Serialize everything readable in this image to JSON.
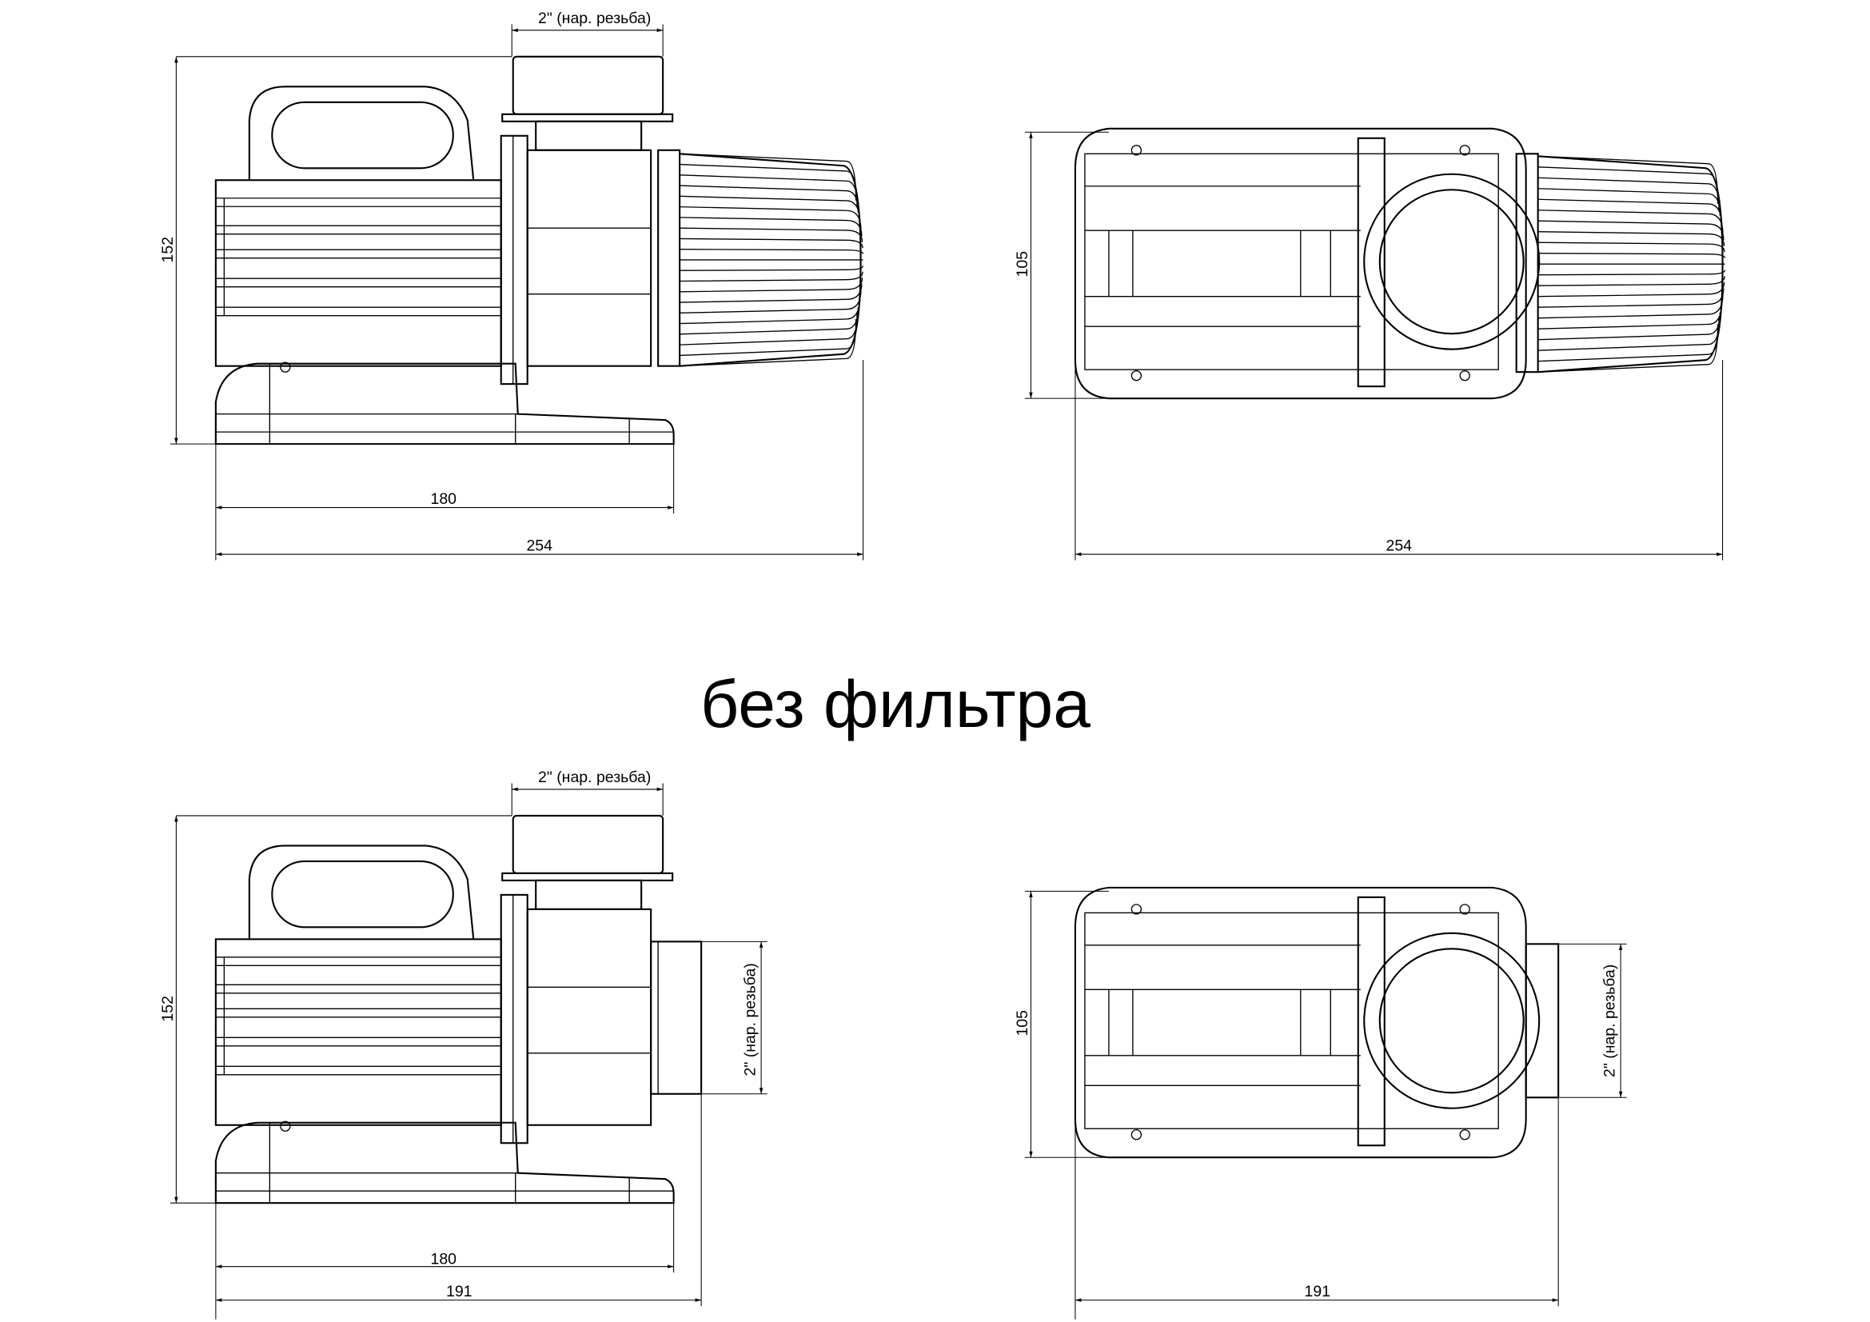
{
  "title": "без фильтра",
  "views": {
    "top_side": {
      "thread_label": "2\" (нар. резьба)",
      "height": "152",
      "base_length": "180",
      "total_length": "254"
    },
    "top_plan": {
      "width": "105",
      "total_length": "254"
    },
    "bottom_side": {
      "thread_label_top": "2\" (нар. резьба)",
      "thread_label_side": "2\" (нар. резьба)",
      "height": "152",
      "base_length": "180",
      "total_length": "191"
    },
    "bottom_plan": {
      "width": "105",
      "thread_label_side": "2\" (нар. резьба)",
      "total_length": "191"
    }
  }
}
